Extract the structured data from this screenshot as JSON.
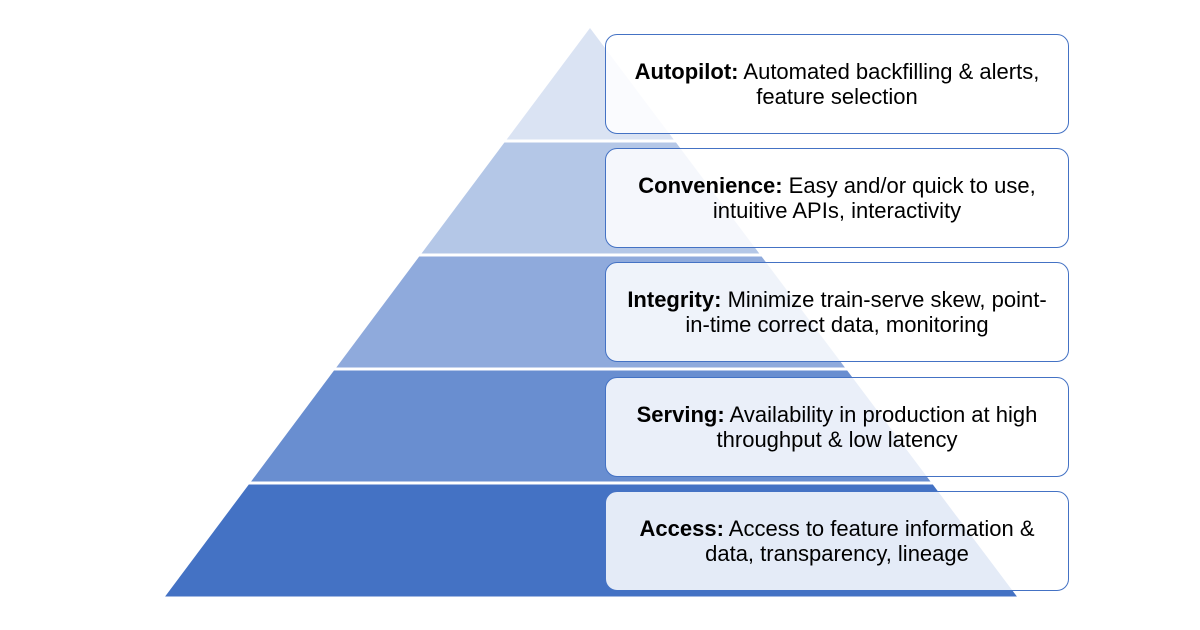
{
  "levels": [
    {
      "name": "Autopilot:",
      "description": "Automated backfilling & alerts, feature selection",
      "color": "#dae3f3"
    },
    {
      "name": "Convenience:",
      "description": "Easy and/or quick to use, intuitive APIs, interactivity",
      "color": "#b4c7e7"
    },
    {
      "name": "Integrity:",
      "description": "Minimize train-serve skew, point-in-time correct data, monitoring",
      "color": "#8faadc"
    },
    {
      "name": "Serving:",
      "description": "Availability in production at high throughput & low latency",
      "color": "#698ed0"
    },
    {
      "name": "Access:",
      "description": "Access to feature information & data, transparency, lineage",
      "color": "#4472c4"
    }
  ],
  "colors": {
    "box_border": "#4472c4",
    "separator": "#ffffff"
  }
}
